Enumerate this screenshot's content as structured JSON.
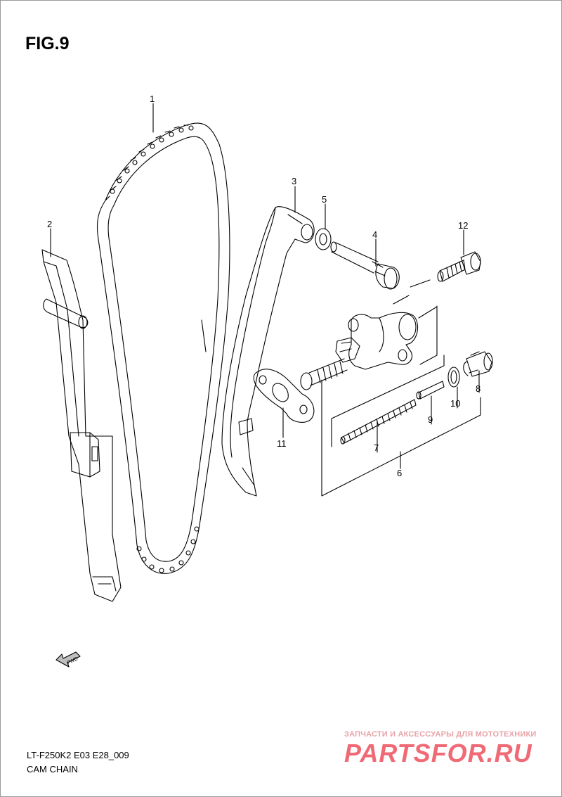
{
  "figure": {
    "title": "FIG.9",
    "model_code": "LT-F250K2 E03 E28_009",
    "section_name": "CAM CHAIN",
    "fwd_label": "FWD"
  },
  "callouts": [
    {
      "id": "1",
      "label": "1"
    },
    {
      "id": "2",
      "label": "2"
    },
    {
      "id": "3",
      "label": "3"
    },
    {
      "id": "4",
      "label": "4"
    },
    {
      "id": "5",
      "label": "5"
    },
    {
      "id": "6",
      "label": "6"
    },
    {
      "id": "7",
      "label": "7"
    },
    {
      "id": "8",
      "label": "8"
    },
    {
      "id": "9",
      "label": "9"
    },
    {
      "id": "10",
      "label": "10"
    },
    {
      "id": "11",
      "label": "11"
    },
    {
      "id": "12",
      "label": "12"
    }
  ],
  "watermark": {
    "subtitle": "ЗАПЧАСТИ И АКСЕССУАРЫ ДЛЯ МОТОТЕХНИКИ",
    "logo": "PARTSFOR.RU"
  },
  "colors": {
    "line": "#000000",
    "watermark": "#f06a75"
  }
}
